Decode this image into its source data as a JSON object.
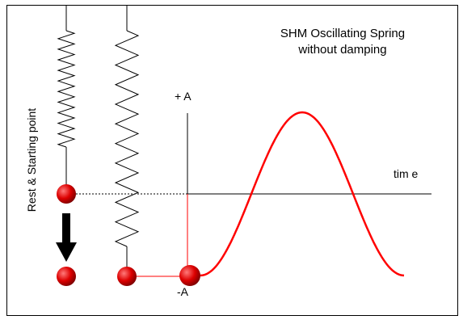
{
  "diagram": {
    "title_line1": "SHM Oscillating  Spring",
    "title_line2": "without damping",
    "side_label": "Rest & Starting point",
    "plus_a_label": "+ A",
    "minus_a_label": "-A",
    "time_label": "tim e",
    "colors": {
      "curve": "#ff0000",
      "ball": "#cc0000",
      "ball_highlight": "#ff6666",
      "ink": "#000000",
      "frame": "#000000"
    }
  }
}
